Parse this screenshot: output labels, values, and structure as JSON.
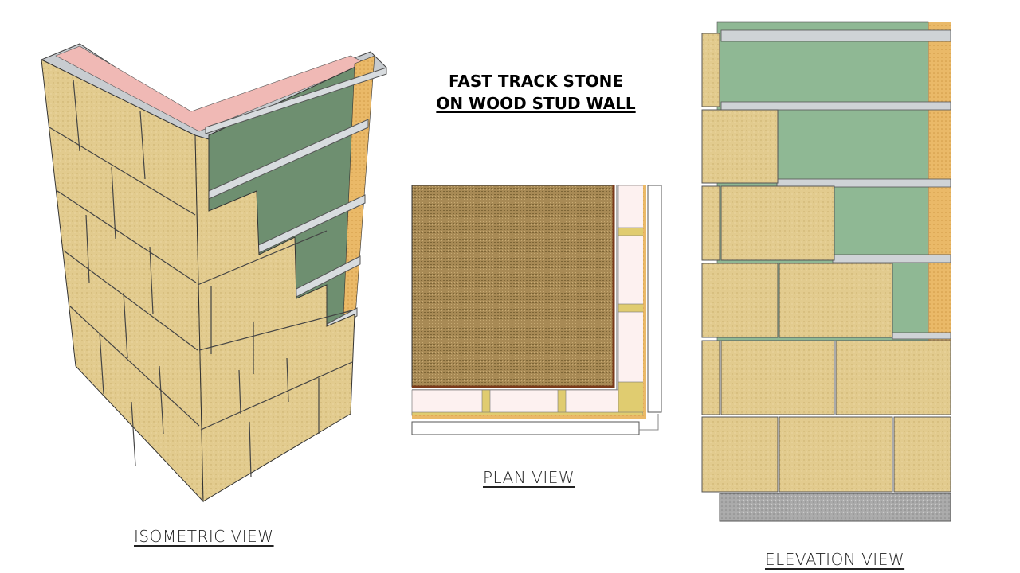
{
  "title": {
    "line1": "FAST TRACK STONE",
    "line2": "ON WOOD STUD WALL"
  },
  "labels": {
    "isometric": "ISOMETRIC VIEW",
    "plan": "PLAN VIEW",
    "elevation": "ELEVATION VIEW"
  },
  "colors": {
    "stone": "#e0c98c",
    "sheathing": "#8fb894",
    "osb": "#e8b865",
    "track": "#c8ccd0",
    "insulation": "#f7d9d6",
    "stud": "#e0cc70",
    "gravel": "#a8a8a8"
  }
}
